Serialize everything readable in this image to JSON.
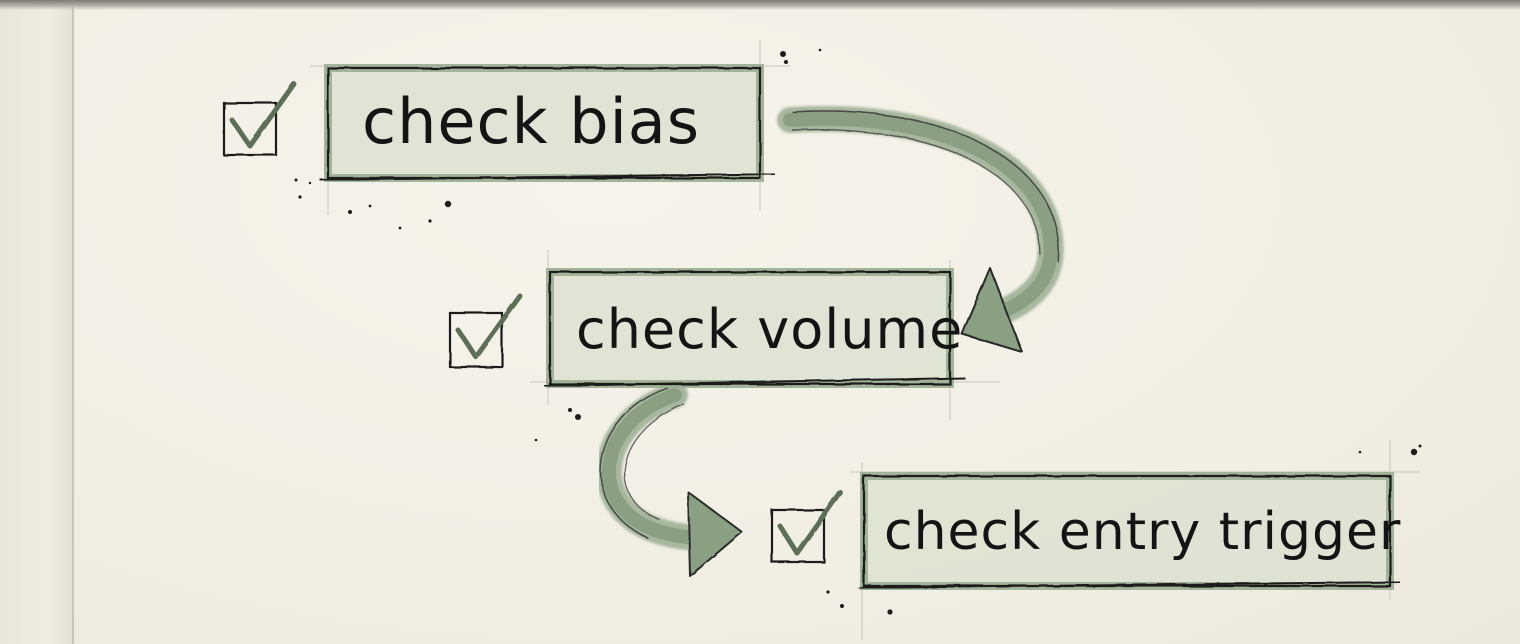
{
  "steps": [
    {
      "label": "check bias",
      "checked": true
    },
    {
      "label": "check volume",
      "checked": true
    },
    {
      "label": "check entry trigger",
      "checked": true
    }
  ],
  "colors": {
    "paper": "#f3f0e6",
    "box_fill": "#dfe3d2",
    "box_stroke": "#1c1c1c",
    "arrow_green": "#7f9678",
    "check_green": "#5b6f55"
  }
}
